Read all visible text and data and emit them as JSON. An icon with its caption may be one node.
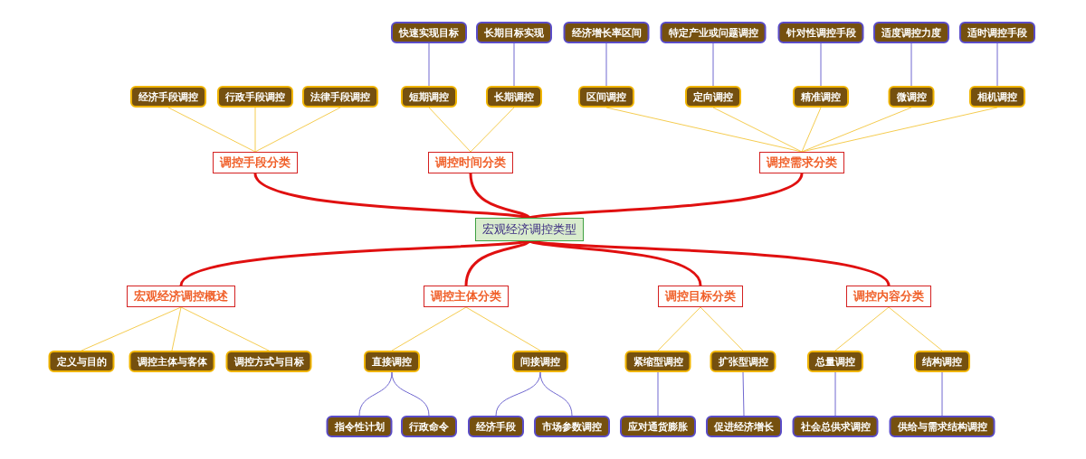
{
  "diagram": {
    "nodes": [
      {
        "text": [
          "快速实现目标"
        ]
      },
      {
        "text": [
          "长期目标实现"
        ]
      },
      {
        "text": [
          "经济增长率区间"
        ]
      },
      {
        "text": [
          "特定产业或问题调控"
        ]
      },
      {
        "text": [
          "针对性调控手段"
        ]
      },
      {
        "text": [
          "适度调控力度"
        ]
      },
      {
        "text": [
          "适时调控手段"
        ]
      },
      {
        "text": [
          "经济手段调控"
        ]
      },
      {
        "text": [
          "行政手段调控"
        ]
      },
      {
        "text": [
          "法律手段调控"
        ]
      },
      {
        "text": [
          "短期调控"
        ]
      },
      {
        "text": [
          "长期调控"
        ]
      },
      {
        "text": [
          "区间调控"
        ]
      },
      {
        "text": [
          "定向调控"
        ]
      },
      {
        "text": [
          "精准调控"
        ]
      },
      {
        "text": [
          "微调控"
        ]
      },
      {
        "text": [
          "相机调控"
        ]
      },
      {
        "text": [
          "调控手段分类"
        ]
      },
      {
        "text": [
          "调控时间分类"
        ]
      },
      {
        "text": [
          "调控需求分类"
        ]
      },
      {
        "text": [
          "宏观经济调控类型"
        ]
      },
      {
        "text": [
          "宏观经济调控概述"
        ]
      },
      {
        "text": [
          "调控主体分类"
        ]
      },
      {
        "text": [
          "调控目标分类"
        ]
      },
      {
        "text": [
          "调控内容分类"
        ]
      },
      {
        "text": [
          "定义与目的"
        ]
      },
      {
        "text": [
          "调控主体与客体"
        ]
      },
      {
        "text": [
          "调控方式与目标"
        ]
      },
      {
        "text": [
          "直接调控"
        ]
      },
      {
        "text": [
          "间接调控"
        ]
      },
      {
        "text": [
          "紧缩型调控"
        ]
      },
      {
        "text": [
          "扩张型调控"
        ]
      },
      {
        "text": [
          "总量调控"
        ]
      },
      {
        "text": [
          "结构调控"
        ]
      },
      {
        "text": [
          "指令性计划"
        ]
      },
      {
        "text": [
          "行政命令"
        ]
      },
      {
        "text": [
          "经济手段"
        ]
      },
      {
        "text": [
          "市场参数调控"
        ]
      },
      {
        "text": [
          "应对通货膨胀"
        ]
      },
      {
        "text": [
          "促进经济增长"
        ]
      },
      {
        "text": [
          "社会总供求调控"
        ]
      },
      {
        "text": [
          "供给与需求结构调控"
        ]
      }
    ],
    "edges": [
      {
        "from": 20,
        "to": 17,
        "arrow": "none",
        "style": "thick",
        "color": "#e01010"
      },
      {
        "from": 20,
        "to": 18,
        "arrow": "none",
        "style": "thick",
        "color": "#e01010"
      },
      {
        "from": 20,
        "to": 19,
        "arrow": "none",
        "style": "thick",
        "color": "#e01010"
      },
      {
        "from": 20,
        "to": 21,
        "arrow": "none",
        "style": "thick",
        "color": "#e01010"
      },
      {
        "from": 20,
        "to": 22,
        "arrow": "none",
        "style": "thick",
        "color": "#e01010"
      },
      {
        "from": 20,
        "to": 23,
        "arrow": "none",
        "style": "thick",
        "color": "#e01010"
      },
      {
        "from": 20,
        "to": 24,
        "arrow": "none",
        "style": "thick",
        "color": "#e01010"
      },
      {
        "from": 17,
        "to": 7,
        "arrow": "none"
      },
      {
        "from": 17,
        "to": 8,
        "arrow": "none"
      },
      {
        "from": 17,
        "to": 9,
        "arrow": "none"
      },
      {
        "from": 18,
        "to": 10,
        "arrow": "none"
      },
      {
        "from": 18,
        "to": 11,
        "arrow": "none"
      },
      {
        "from": 19,
        "to": 12,
        "arrow": "none"
      },
      {
        "from": 19,
        "to": 13,
        "arrow": "none"
      },
      {
        "from": 19,
        "to": 14,
        "arrow": "none"
      },
      {
        "from": 19,
        "to": 15,
        "arrow": "none"
      },
      {
        "from": 19,
        "to": 16,
        "arrow": "none"
      },
      {
        "from": 21,
        "to": 25,
        "arrow": "none"
      },
      {
        "from": 21,
        "to": 26,
        "arrow": "none"
      },
      {
        "from": 21,
        "to": 27,
        "arrow": "none"
      },
      {
        "from": 22,
        "to": 28,
        "arrow": "none"
      },
      {
        "from": 22,
        "to": 29,
        "arrow": "none"
      },
      {
        "from": 23,
        "to": 30,
        "arrow": "none"
      },
      {
        "from": 23,
        "to": 31,
        "arrow": "none"
      },
      {
        "from": 24,
        "to": 32,
        "arrow": "none"
      },
      {
        "from": 24,
        "to": 33,
        "arrow": "none"
      },
      {
        "from": 10,
        "to": 0,
        "arrow": "none",
        "color": "#7068d0"
      },
      {
        "from": 11,
        "to": 1,
        "arrow": "none",
        "color": "#7068d0"
      },
      {
        "from": 12,
        "to": 2,
        "arrow": "none",
        "color": "#7068d0"
      },
      {
        "from": 13,
        "to": 3,
        "arrow": "none",
        "color": "#7068d0"
      },
      {
        "from": 14,
        "to": 4,
        "arrow": "none",
        "color": "#7068d0"
      },
      {
        "from": 15,
        "to": 5,
        "arrow": "none",
        "color": "#7068d0"
      },
      {
        "from": 16,
        "to": 6,
        "arrow": "none",
        "color": "#7068d0"
      },
      {
        "from": 28,
        "to": 34,
        "arrow": "none",
        "color": "#7068d0"
      },
      {
        "from": 28,
        "to": 35,
        "arrow": "none",
        "color": "#7068d0"
      },
      {
        "from": 29,
        "to": 36,
        "arrow": "none",
        "color": "#7068d0"
      },
      {
        "from": 29,
        "to": 37,
        "arrow": "none",
        "color": "#7068d0"
      },
      {
        "from": 30,
        "to": 38,
        "arrow": "none",
        "color": "#7068d0"
      },
      {
        "from": 31,
        "to": 39,
        "arrow": "none",
        "color": "#7068d0"
      },
      {
        "from": 32,
        "to": 40,
        "arrow": "none",
        "color": "#7068d0"
      },
      {
        "from": 33,
        "to": 41,
        "arrow": "none",
        "color": "#7068d0"
      }
    ]
  }
}
